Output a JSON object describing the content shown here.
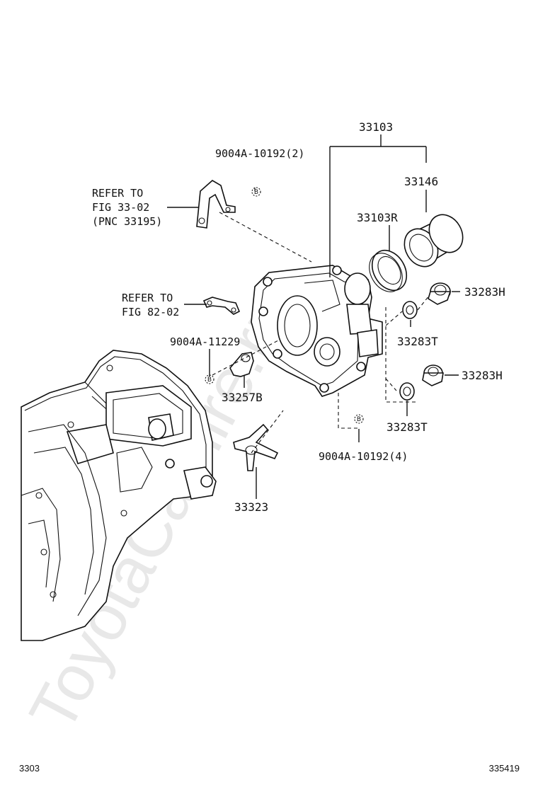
{
  "watermark": "ToyotaCarhire.ru",
  "footer": {
    "figure_code": "3303",
    "illustration_no": "335419"
  },
  "bolt_symbol": "B",
  "callouts": {
    "assembly": "33103",
    "cover_bushing": "33146",
    "oil_seal": "33103R",
    "bolt_top": "9004A-10192(2)",
    "refer_a_line1": "REFER TO",
    "refer_a_line2": "FIG 33-02",
    "refer_a_line3": "(PNC 33195)",
    "refer_b_line1": "REFER TO",
    "refer_b_line2": "FIG 82-02",
    "bolt_mid": "9004A-11229",
    "bracket": "33257B",
    "plug_upper": "33283H",
    "gasket_upper": "33283T",
    "plug_lower": "33283H",
    "gasket_lower": "33283T",
    "bolt_bottom": "9004A-10192(4)",
    "shift_fork": "33323"
  }
}
